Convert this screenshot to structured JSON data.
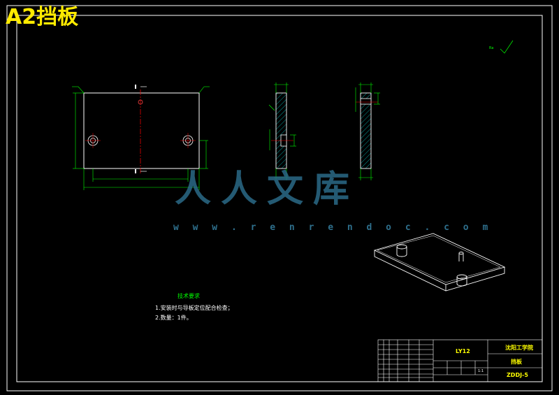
{
  "banner": {
    "title": "A2挡板"
  },
  "watermark": {
    "text": "人人文库",
    "url": "w w w . r e n r e n d o c . c o m"
  },
  "technical_requirements": {
    "title": "技术要求",
    "items": [
      "1.安装时与导板定位配合检查；",
      "2.数量：1件。"
    ]
  },
  "title_block": {
    "company": "沈阳工学院",
    "part_name": "挡板",
    "drawing_no": "ZDDJ-5",
    "material": "LY12",
    "scale": "1:1"
  },
  "colors": {
    "frame": "#ffffff",
    "part": "#ffffff",
    "dimension": "#00ff00",
    "center": "#ff0000",
    "hatch": "#00ffff",
    "banner": "#ffeb00"
  }
}
